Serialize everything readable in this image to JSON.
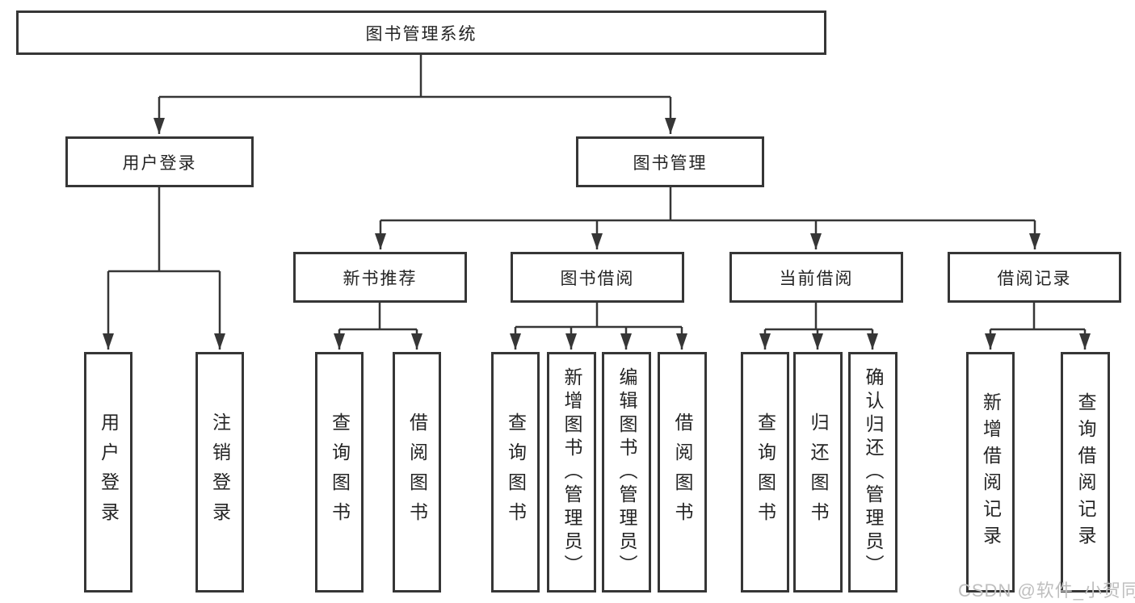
{
  "tree": {
    "root": "图书管理系统",
    "branches": [
      {
        "label": "用户登录",
        "children": [
          "用户登录",
          "注销登录"
        ]
      },
      {
        "label": "图书管理",
        "groups": [
          {
            "label": "新书推荐",
            "children": [
              "查询图书",
              "借阅图书"
            ]
          },
          {
            "label": "图书借阅",
            "children": [
              "查询图书",
              "新增图书（管理员）",
              "编辑图书（管理员）",
              "借阅图书"
            ]
          },
          {
            "label": "当前借阅",
            "children": [
              "查询图书",
              "归还图书",
              "确认归还（管理员）"
            ]
          },
          {
            "label": "借阅记录",
            "children": [
              "新增借阅记录",
              "查询借阅记录"
            ]
          }
        ]
      }
    ]
  },
  "watermark": {
    "text": "CSDN @软件_小贺同学",
    "color": "#bfbfbf"
  },
  "colors": {
    "line": "#363636",
    "text": "#242424",
    "background": "#ffffff"
  }
}
